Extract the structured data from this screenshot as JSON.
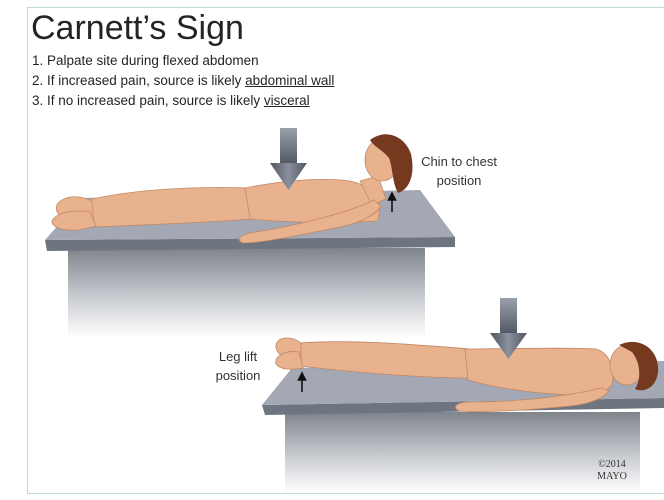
{
  "title": "Carnett’s Sign",
  "steps": [
    {
      "text": "1. Palpate site during flexed abdomen"
    },
    {
      "text": "2. If increased pain, source is likely ",
      "underlined": "abdominal wall"
    },
    {
      "text": "3. If no increased pain, source is likely ",
      "underlined": "visceral"
    }
  ],
  "illustration": {
    "chin_to_chest_label": [
      "Chin to chest",
      "position"
    ],
    "leg_lift_label": [
      "Leg lift",
      "position"
    ],
    "copyright": [
      "©2014",
      "MAYO"
    ]
  },
  "icons": {
    "pressure": "down-arrow-icon",
    "lift": "up-arrow-icon"
  },
  "colors": {
    "border": "#bcdad6",
    "text": "#242424",
    "arrow_dark": "#4f5662",
    "arrow_light": "#8b919c",
    "skin": "#e8b28e",
    "skin_outline": "#c48763",
    "hair": "#74391f",
    "table_top": "#a3a8b4",
    "table_edge": "#6e7480",
    "pedestal": "#7f838b"
  }
}
